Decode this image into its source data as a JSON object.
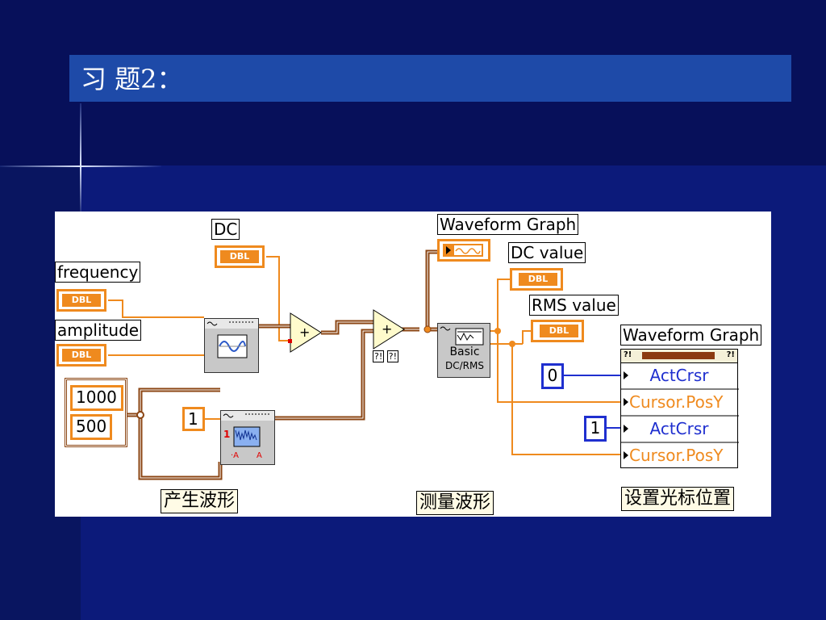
{
  "slide": {
    "title": "习 题2："
  },
  "diagram": {
    "labels": {
      "frequency": "frequency",
      "amplitude": "amplitude",
      "dc": "DC",
      "waveform_graph_1": "Waveform Graph",
      "dc_value": "DC value",
      "rms_value": "RMS value",
      "waveform_graph_2": "Waveform Graph"
    },
    "dbl_tag": "DBL",
    "cluster_values": [
      "1000",
      "500"
    ],
    "const_one": "1",
    "basic_dcrms": {
      "line1": "Basic",
      "line2": "DC/RMS"
    },
    "property_node": {
      "header_left": "?!",
      "header_right": "?!",
      "rows": [
        "ActCrsr",
        "Cursor.PosY",
        "ActCrsr",
        "Cursor.PosY"
      ]
    },
    "cursor_indices": [
      "0",
      "1"
    ],
    "error_tags": [
      "?!",
      "?!"
    ],
    "noise_labels": {
      "num": "1",
      "left": "·A",
      "right": "A"
    },
    "captions": {
      "generate": "产生波形",
      "measure": "测量波形",
      "cursor": "设置光标位置"
    },
    "colors": {
      "dbl_wire": "#ef8a1e",
      "i32_wire": "#1f2fcf",
      "cluster_wire": "#8b4513"
    }
  }
}
